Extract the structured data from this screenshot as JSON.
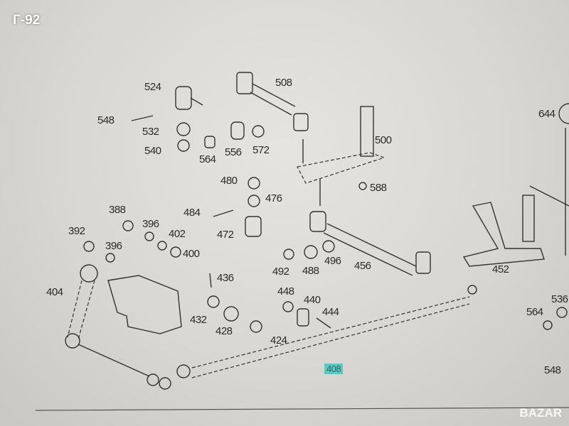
{
  "watermark_code": "Г-92",
  "logo": "BAZAR",
  "callouts": [
    {
      "id": "c524",
      "text": "524"
    },
    {
      "id": "c508",
      "text": "508"
    },
    {
      "id": "c548a",
      "text": "548"
    },
    {
      "id": "c532",
      "text": "532"
    },
    {
      "id": "c540",
      "text": "540"
    },
    {
      "id": "c564a",
      "text": "564"
    },
    {
      "id": "c556",
      "text": "556"
    },
    {
      "id": "c572",
      "text": "572"
    },
    {
      "id": "c500",
      "text": "500"
    },
    {
      "id": "c644",
      "text": "644"
    },
    {
      "id": "c480",
      "text": "480"
    },
    {
      "id": "c476",
      "text": "476"
    },
    {
      "id": "c588",
      "text": "588"
    },
    {
      "id": "c388",
      "text": "388"
    },
    {
      "id": "c484",
      "text": "484"
    },
    {
      "id": "c396a",
      "text": "396"
    },
    {
      "id": "c472",
      "text": "472"
    },
    {
      "id": "c392",
      "text": "392"
    },
    {
      "id": "c402",
      "text": "402"
    },
    {
      "id": "c396b",
      "text": "396"
    },
    {
      "id": "c400",
      "text": "400"
    },
    {
      "id": "c492",
      "text": "492"
    },
    {
      "id": "c488",
      "text": "488"
    },
    {
      "id": "c496",
      "text": "496"
    },
    {
      "id": "c456",
      "text": "456"
    },
    {
      "id": "c452",
      "text": "452"
    },
    {
      "id": "c404",
      "text": "404"
    },
    {
      "id": "c436",
      "text": "436"
    },
    {
      "id": "c448",
      "text": "448"
    },
    {
      "id": "c440",
      "text": "440"
    },
    {
      "id": "c432",
      "text": "432"
    },
    {
      "id": "c444",
      "text": "444"
    },
    {
      "id": "c428",
      "text": "428"
    },
    {
      "id": "c424",
      "text": "424"
    },
    {
      "id": "c408",
      "text": "408"
    },
    {
      "id": "c536",
      "text": "536"
    },
    {
      "id": "c564b",
      "text": "564"
    },
    {
      "id": "c548b",
      "text": "548"
    }
  ],
  "highlight_color": "#5fc6c0"
}
